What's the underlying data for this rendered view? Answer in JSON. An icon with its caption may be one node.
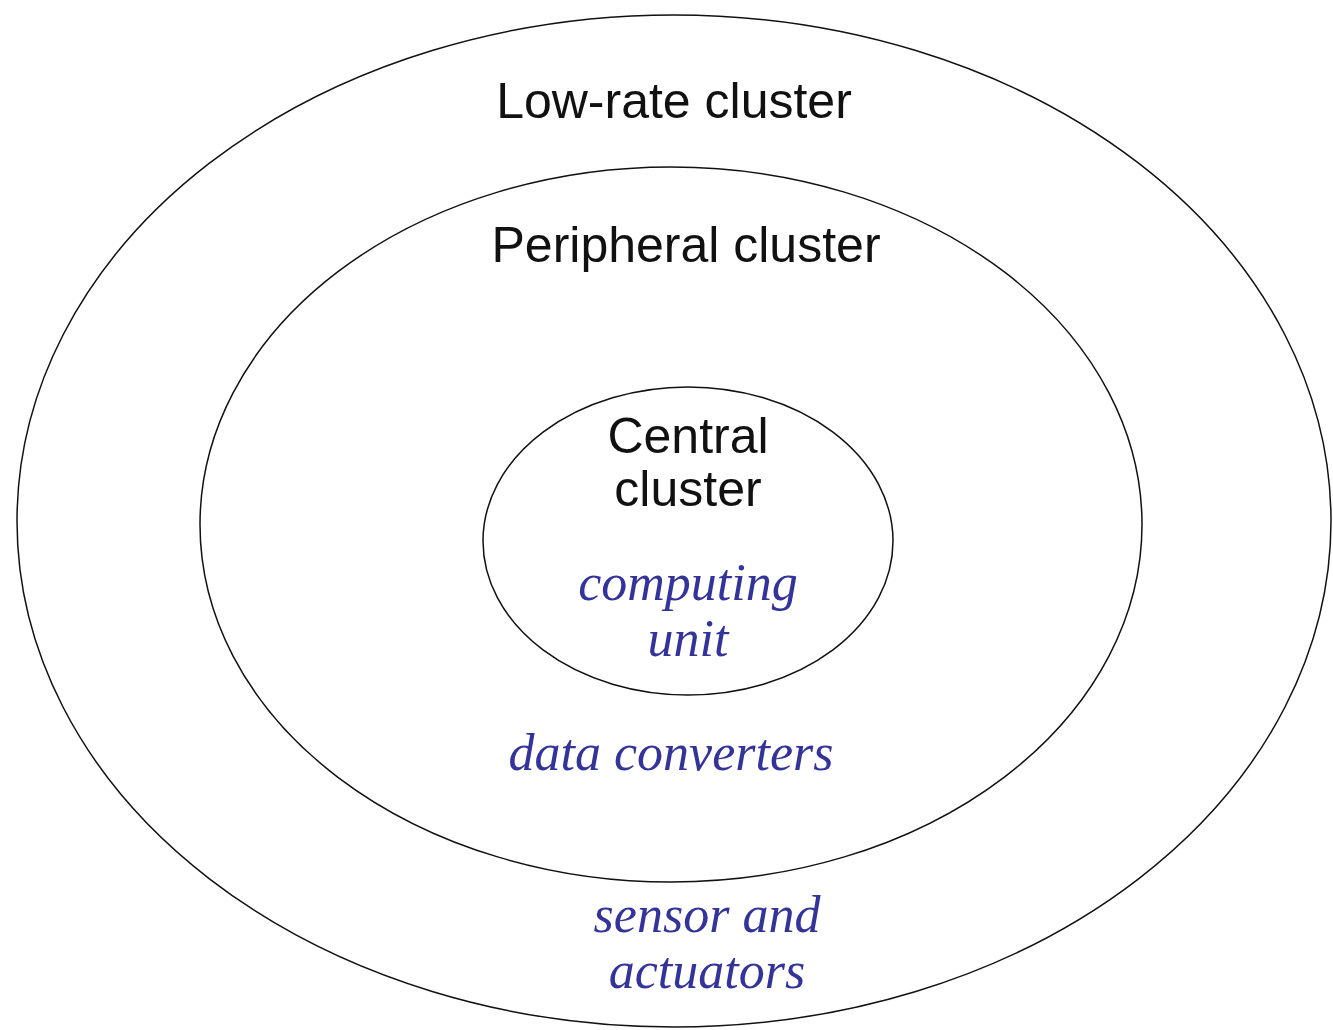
{
  "diagram": {
    "nodes": [
      {
        "text": [
          "Low-rate cluster",
          "sensor and actuators"
        ]
      },
      {
        "text": [
          "Peripheral cluster",
          "data converters"
        ],
        "in": 0
      },
      {
        "text": [
          "Central cluster",
          "computing unit"
        ],
        "in": 1
      }
    ]
  }
}
